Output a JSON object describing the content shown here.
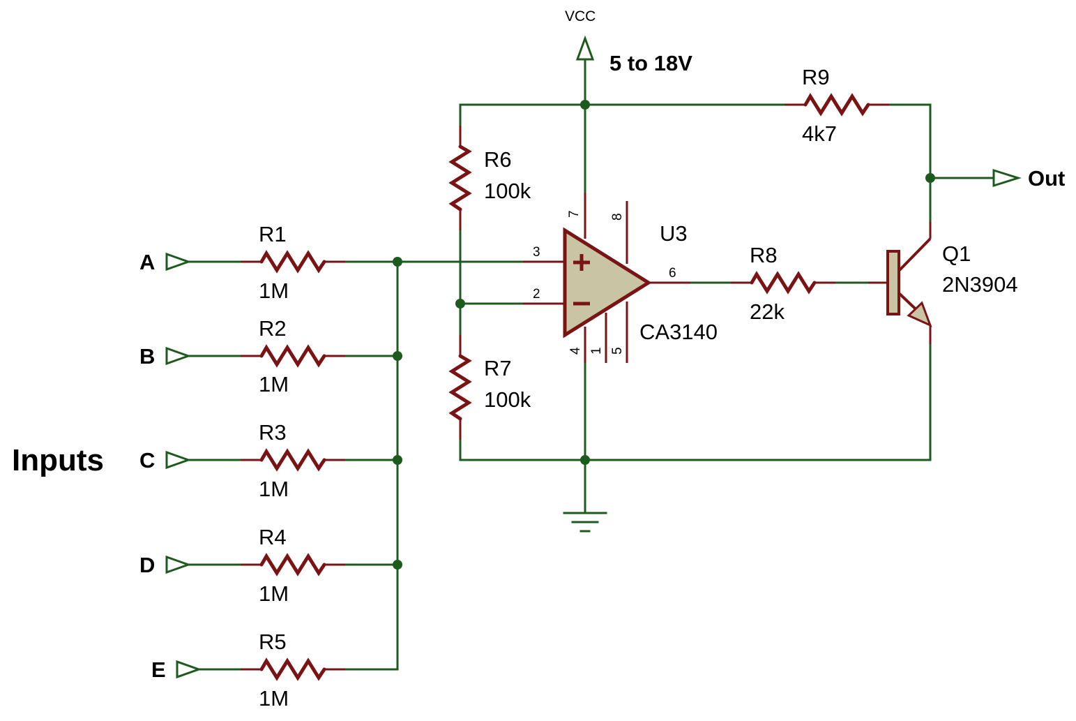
{
  "power": {
    "net_label": "VCC",
    "voltage_label": "5 to 18V"
  },
  "section_label": "Inputs",
  "inputs": [
    {
      "terminal": "A",
      "ref": "R1",
      "value": "1M"
    },
    {
      "terminal": "B",
      "ref": "R2",
      "value": "1M"
    },
    {
      "terminal": "C",
      "ref": "R3",
      "value": "1M"
    },
    {
      "terminal": "D",
      "ref": "R4",
      "value": "1M"
    },
    {
      "terminal": "E",
      "ref": "R5",
      "value": "1M"
    }
  ],
  "divider": {
    "top": {
      "ref": "R6",
      "value": "100k"
    },
    "bottom": {
      "ref": "R7",
      "value": "100k"
    }
  },
  "opamp": {
    "ref": "U3",
    "part": "CA3140",
    "pins": {
      "noninv": "3",
      "inv": "2",
      "out": "6",
      "vplus": "7",
      "vminus": "4",
      "p1": "1",
      "p5": "5",
      "p8": "8"
    }
  },
  "base_resistor": {
    "ref": "R8",
    "value": "22k"
  },
  "pullup": {
    "ref": "R9",
    "value": "4k7"
  },
  "transistor": {
    "ref": "Q1",
    "part": "2N3904"
  },
  "output": {
    "label": "Out"
  }
}
